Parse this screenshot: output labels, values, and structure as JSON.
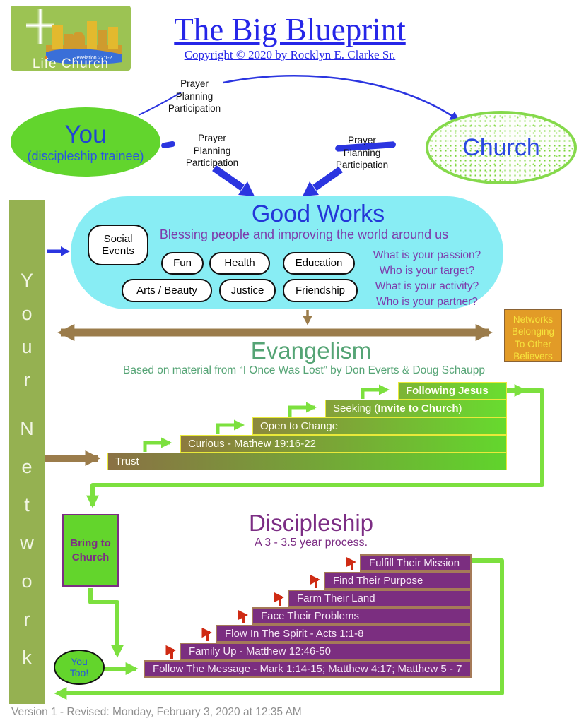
{
  "logo": {
    "church_name": "Life Church",
    "scripture": "Revelation 22:1-2"
  },
  "header": {
    "title": "The Big Blueprint",
    "copyright": "Copyright © 2020 by Rocklyn E. Clarke Sr."
  },
  "top": {
    "you": {
      "label": "You",
      "sublabel": "(discipleship trainee)"
    },
    "church": {
      "label": "Church"
    },
    "prayer_blocks": [
      {
        "lines": [
          "Prayer",
          "Planning",
          "Participation"
        ]
      },
      {
        "lines": [
          "Prayer",
          "Planning",
          "Participation"
        ]
      },
      {
        "lines": [
          "Prayer",
          "Planning",
          "Participation"
        ]
      }
    ]
  },
  "good_works": {
    "title": "Good Works",
    "subtitle": "Blessing people and improving the world around us",
    "pills": [
      "Social Events",
      "Fun",
      "Health",
      "Education",
      "Arts / Beauty",
      "Justice",
      "Friendship"
    ],
    "questions": [
      "What is your passion?",
      "Who is your target?",
      "What is your activity?",
      "Who is your partner?"
    ]
  },
  "sidebar": {
    "word1": "Your",
    "word2": "Network"
  },
  "networks_box": {
    "lines": [
      "Networks",
      "Belonging",
      "To Other",
      "Believers"
    ]
  },
  "evangelism": {
    "title": "Evangelism",
    "subtitle": "Based on material from “I Once Was Lost” by Don Everts & Doug Schaupp",
    "steps": [
      {
        "label": "Trust"
      },
      {
        "label": "Curious - Mathew 19:16-22"
      },
      {
        "label": "Open to Change"
      },
      {
        "label_prefix": "Seeking (",
        "label_bold": "Invite to Church",
        "label_suffix": ")"
      },
      {
        "label": "Following Jesus"
      }
    ]
  },
  "discipleship": {
    "title": "Discipleship",
    "subtitle": "A 3 - 3.5 year process.",
    "bring_to_church": {
      "line1": "Bring to",
      "line2": "Church"
    },
    "you_too": {
      "line1": "You",
      "line2": "Too!"
    },
    "steps": [
      {
        "label": "Follow The Message - Mark 1:14-15; Matthew 4:17; Matthew 5 - 7"
      },
      {
        "label": "Family Up - Matthew 12:46-50"
      },
      {
        "label": "Flow In The Spirit - Acts 1:1-8"
      },
      {
        "label": "Face Their Problems"
      },
      {
        "label": "Farm Their Land"
      },
      {
        "label": "Find Their Purpose"
      },
      {
        "label": "Fulfill Their Mission"
      }
    ]
  },
  "footer": {
    "version": "Version 1 - Revised: Monday, February 3, 2020 at 12:35 AM"
  },
  "palette": {
    "bright_green": "#63d52c",
    "connector_green": "#7ce03e",
    "olive_sidebar": "#95b151",
    "cyan": "#88edf4",
    "blue": "#2b35e0",
    "title_blue": "#2626e8",
    "purple_bar": "#7b2e80",
    "purple_text": "#7c2d84",
    "question_purple": "#7d3bab",
    "brown": "#9b7c4b",
    "orange_box": "#e29b27",
    "orange_box_text": "#f7e33c",
    "red_arrow": "#cf2b14",
    "yellow_border": "#e9e93a",
    "tan_border": "#a57a58",
    "evangelism_green": "#55a475"
  }
}
